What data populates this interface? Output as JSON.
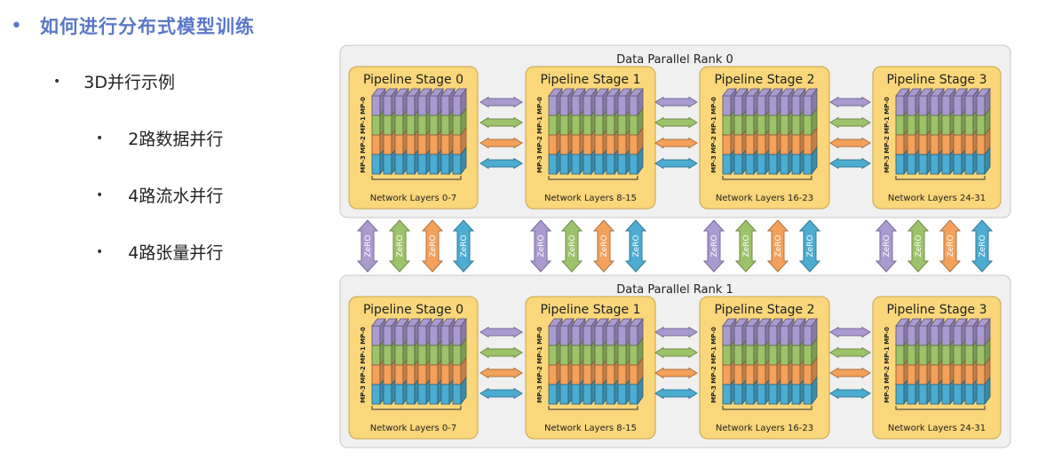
{
  "slide": {
    "title": "如何进行分布式模型训练",
    "bullets": [
      {
        "text": "3D并行示例",
        "level": 1
      },
      {
        "text": "2路数据并行",
        "level": 2
      },
      {
        "text": "4路流水并行",
        "level": 2
      },
      {
        "text": "4路张量并行",
        "level": 2
      }
    ]
  },
  "diagram": {
    "ranks": [
      {
        "label": "Data Parallel Rank 0"
      },
      {
        "label": "Data Parallel Rank 1"
      }
    ],
    "stages": [
      {
        "label": "Pipeline Stage 0",
        "layers": "Network Layers 0-7"
      },
      {
        "label": "Pipeline Stage 1",
        "layers": "Network Layers 8-15"
      },
      {
        "label": "Pipeline Stage 2",
        "layers": "Network Layers 16-23"
      },
      {
        "label": "Pipeline Stage 3",
        "layers": "Network Layers 24-31"
      }
    ],
    "mp_labels": [
      "MP-0",
      "MP-1",
      "MP-2",
      "MP-3"
    ],
    "zero_label": "ZeRO",
    "colors": {
      "purple": "#a99ad0",
      "green": "#9dc36a",
      "orange": "#f4a15c",
      "blue": "#4cacd2",
      "stage_fill": "#f9d77a",
      "rank_fill": "#f0f0f0",
      "title": "#5a78c8"
    }
  }
}
